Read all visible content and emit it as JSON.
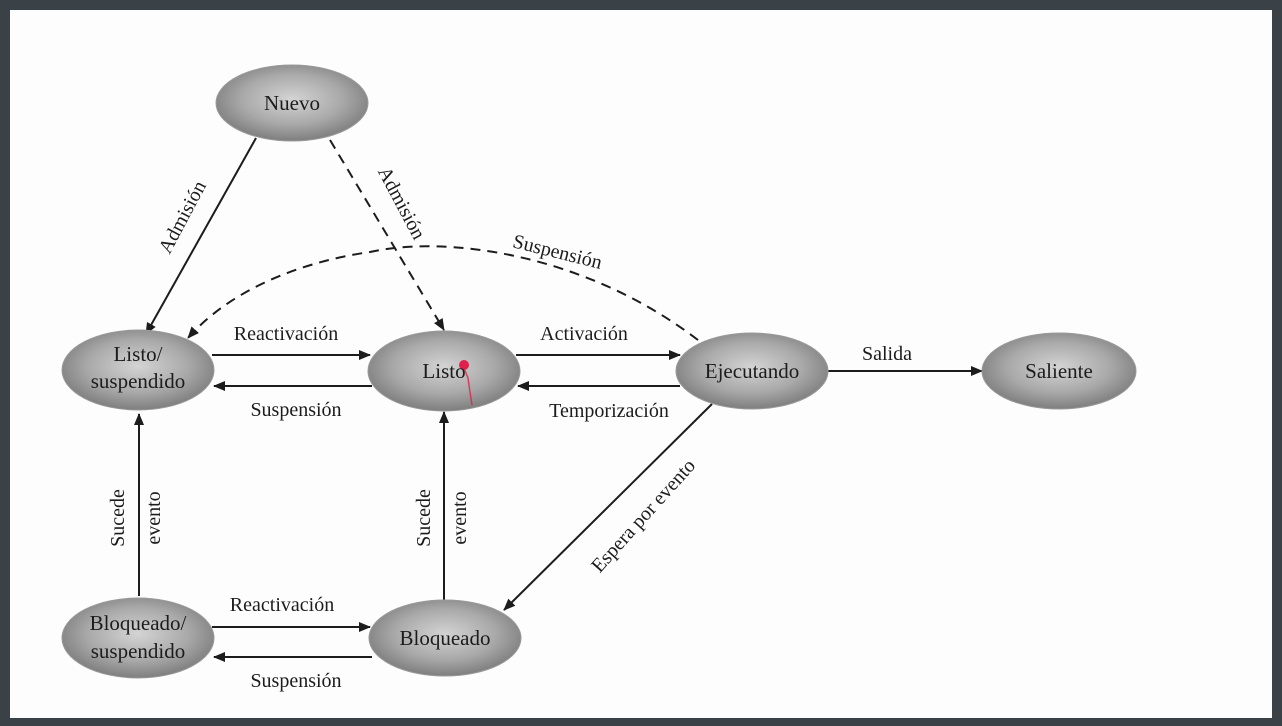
{
  "diagram": {
    "states": {
      "nuevo": "Nuevo",
      "listo_suspendido_1": "Listo/",
      "listo_suspendido_2": "suspendido",
      "listo": "Listo",
      "ejecutando": "Ejecutando",
      "saliente": "Saliente",
      "bloqueado_suspendido_1": "Bloqueado/",
      "bloqueado_suspendido_2": "suspendido",
      "bloqueado": "Bloqueado"
    },
    "edges": {
      "admision_left": "Admisión",
      "admision_right": "Admisión",
      "suspension_arc": "Suspensión",
      "reactivacion_top": "Reactivación",
      "suspension_top": "Suspensión",
      "activacion": "Activación",
      "temporizacion": "Temporización",
      "salida": "Salida",
      "sucede_evento_left_1": "Sucede",
      "sucede_evento_left_2": "evento",
      "sucede_evento_mid_1": "Sucede",
      "sucede_evento_mid_2": "evento",
      "espera_por_evento": "Espera por evento",
      "reactivacion_bottom": "Reactivación",
      "suspension_bottom": "Suspensión"
    }
  }
}
